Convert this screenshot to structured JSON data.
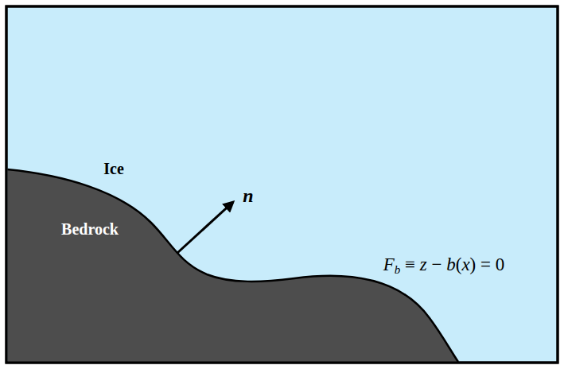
{
  "diagram": {
    "labels": [
      "Ice",
      "Bedrock",
      "n",
      "Fb ≡ z − b(x) = 0"
    ]
  }
}
